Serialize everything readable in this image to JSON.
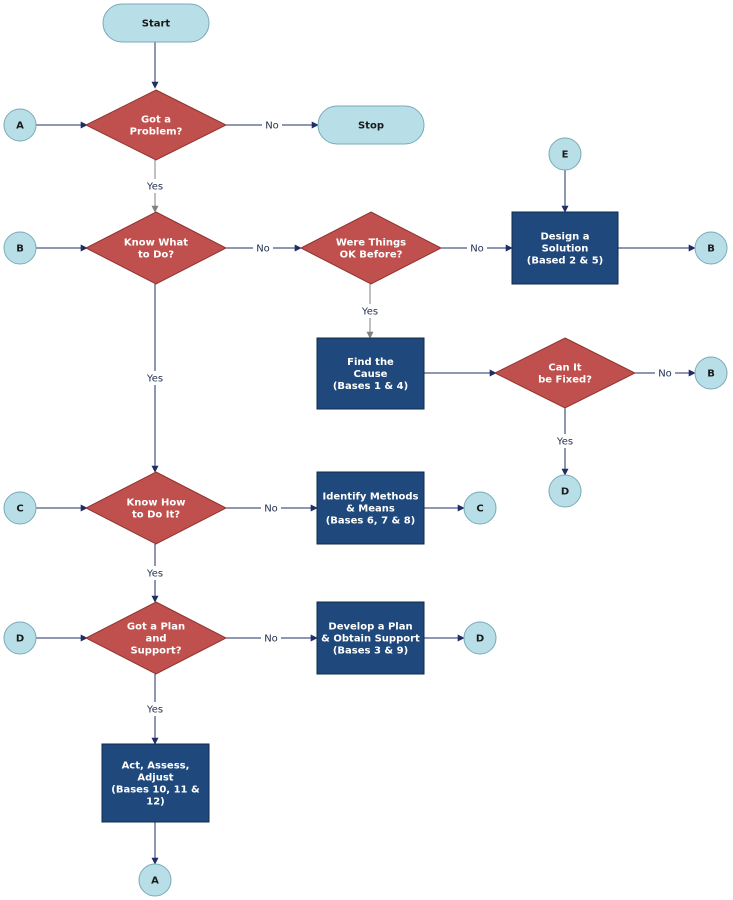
{
  "colors": {
    "terminal_fill": "#b8dfe8",
    "terminal_stroke": "#7aa9b8",
    "decision_fill": "#c0504d",
    "decision_stroke": "#8f3330",
    "process_fill": "#1f497d",
    "process_stroke": "#0f2a4a",
    "connector_fill": "#b8dfe8",
    "connector_stroke": "#7aa9b8",
    "arrow_dark": "#1f2f66",
    "arrow_gray": "#808080",
    "text_dark": "#1a1a1a",
    "text_light": "#ffffff"
  },
  "nodes": {
    "start": [
      "Start"
    ],
    "stop": [
      "Stop"
    ],
    "got_problem": [
      "Got a",
      "Problem?"
    ],
    "know_what": [
      "Know What",
      "to Do?"
    ],
    "were_things_ok": [
      "Were Things",
      "OK Before?"
    ],
    "design_solution": [
      "Design a",
      "Solution",
      "(Based 2 & 5)"
    ],
    "find_cause": [
      "Find the",
      "Cause",
      "(Bases 1 & 4)"
    ],
    "can_fixed": [
      "Can It",
      "be Fixed?"
    ],
    "know_how": [
      "Know How",
      "to Do It?"
    ],
    "identify_methods": [
      "Identify Methods",
      "& Means",
      "(Bases 6, 7 & 8)"
    ],
    "got_plan": [
      "Got a Plan",
      "and",
      "Support?"
    ],
    "develop_plan": [
      "Develop a Plan",
      "& Obtain Support",
      "(Bases 3 & 9)"
    ],
    "act_assess": [
      "Act, Assess,",
      "Adjust",
      "(Bases 10, 11 &",
      "12)"
    ],
    "conn_a_left": "A",
    "conn_b_left": "B",
    "conn_c_left": "C",
    "conn_d_left": "D",
    "conn_e_top": "E",
    "conn_b_design": "B",
    "conn_b_fixed": "B",
    "conn_d_fixed": "D",
    "conn_c_methods": "C",
    "conn_d_plan": "D",
    "conn_a_bottom": "A"
  },
  "edge_labels": {
    "problem_no": "No",
    "problem_yes": "Yes",
    "knowwhat_no": "No",
    "ok_no": "No",
    "ok_yes": "Yes",
    "knowwhat_yes": "Yes",
    "fixed_no": "No",
    "fixed_yes": "Yes",
    "knowhow_no": "No",
    "knowhow_yes": "Yes",
    "plan_no": "No",
    "plan_yes": "Yes"
  }
}
